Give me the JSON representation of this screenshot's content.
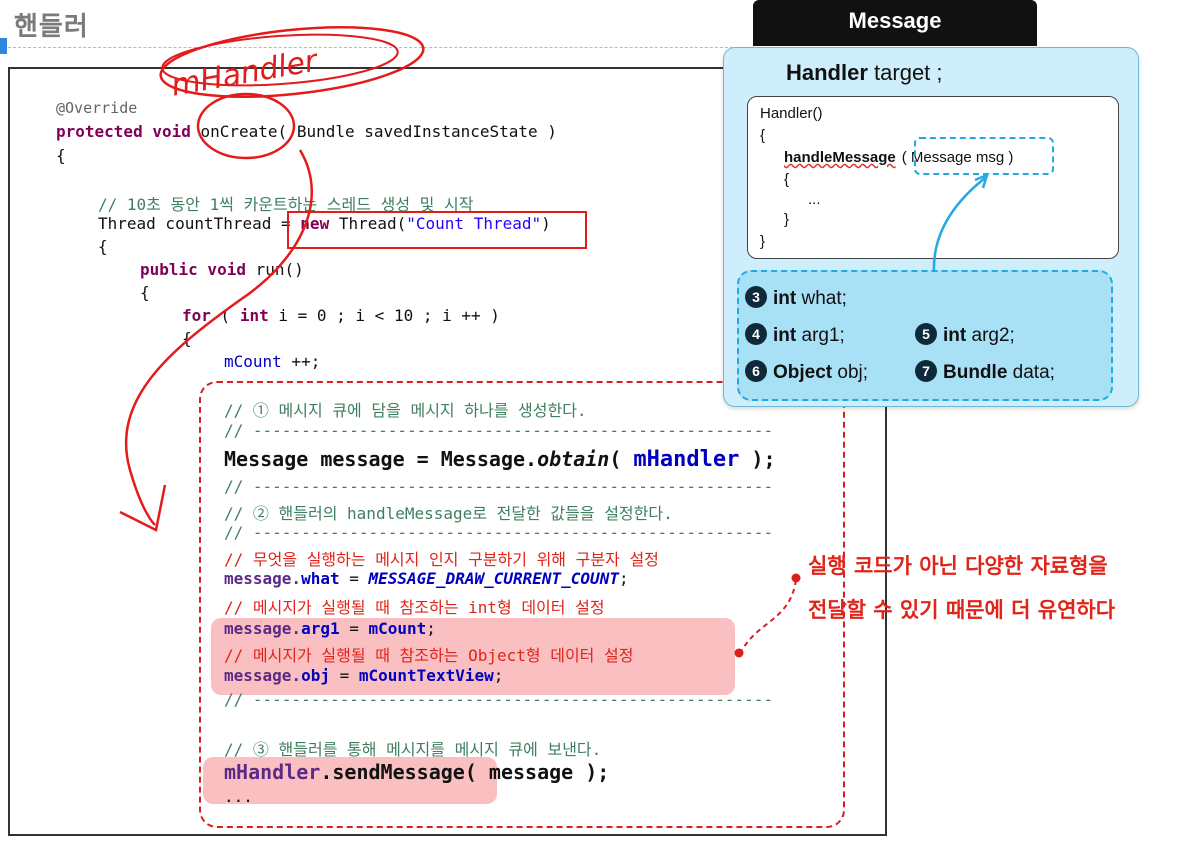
{
  "page": {
    "title": "핸들러"
  },
  "code": {
    "override": "@Override",
    "on_create_kw": "protected void",
    "on_create_rest": " onCreate( Bundle savedInstanceState )",
    "brace_open_1": "{",
    "comment_thread": "// 10초 동안 1씩 카운트하는 스레드 생성 및 시작",
    "thread_decl_pre": "Thread countThread = ",
    "thread_decl_new": "new",
    "thread_decl_mid": " Thread(",
    "thread_decl_str": "\"Count Thread\"",
    "thread_decl_post": ")",
    "brace_open_2": "{",
    "run_kw": "public void",
    "run_rest": " run()",
    "brace_open_3": "{",
    "for_kw": "for",
    "for_mid1": " ( ",
    "for_int": "int",
    "for_rest": " i = 0 ; i < 10 ; i ++ )",
    "brace_open_4": "{",
    "mcount_field": "mCount",
    "mcount_op": " ++;",
    "comment_1": "// ① 메시지 큐에 담을 메시지 하나를 생성한다.",
    "comment_div": "// ------------------------------------------------------",
    "obtain_pre": "Message message = Message.",
    "obtain_fn": "obtain",
    "obtain_paren": "( ",
    "obtain_arg": "mHandler",
    "obtain_post": " );",
    "comment_2": "// ② 핸들러의 handleMessage로 전달한 값들을 설정한다.",
    "comment_what": "// 무엇을 실행하는 메시지 인지 구분하기 위해 구분자 설정",
    "what_pre": "message.",
    "what_field": "what",
    "what_eq": " = ",
    "what_const": "MESSAGE_DRAW_CURRENT_COUNT",
    "what_end": ";",
    "comment_int": "// 메시지가 실행될 때 참조하는 int형 데이터 설정",
    "arg1_pre": "message.",
    "arg1_field": "arg1",
    "arg1_eq": " = ",
    "arg1_val": "mCount",
    "arg1_end": ";",
    "comment_obj": "// 메시지가 실행될 때 참조하는 Object형 데이터 설정",
    "obj_pre": "message.",
    "obj_field": "obj",
    "obj_eq": " = ",
    "obj_val": "mCountTextView",
    "obj_end": ";",
    "comment_3": "// ③ 핸들러를 통해 메시지를 메시지 큐에 보낸다.",
    "send_obj": "mHandler",
    "send_rest": ".sendMessage( message );",
    "ellipsis": "..."
  },
  "note": {
    "line1": "실행 코드가 아닌 다양한 자료형을",
    "line2": "전달할 수 있기 때문에 더 유연하다"
  },
  "message_panel": {
    "tab_title": "Message",
    "header_type": "Handler",
    "header_rest": " target ;",
    "handler_ctor": "Handler()",
    "brace_open": "{",
    "handle_method": "handleMessage",
    "handle_params": "( Message msg )",
    "inner_open": "{",
    "inner_dots": "...",
    "inner_close": "}",
    "brace_close": "}",
    "fields": [
      {
        "num": "3",
        "type": "int",
        "name": " what;"
      },
      {
        "num": "4",
        "type": "int",
        "name": " arg1;"
      },
      {
        "num": "5",
        "type": "int",
        "name": " arg2;"
      },
      {
        "num": "6",
        "type": "Object",
        "name": " obj;"
      },
      {
        "num": "7",
        "type": "Bundle",
        "name": " data;"
      }
    ]
  },
  "handwriting": {
    "text": "mHandler"
  },
  "colors": {
    "annotation_red": "#e0241a",
    "panel_blue": "#cdeefa",
    "field_blue": "#a8e0f6",
    "highlight_pink": "#f8a9ab"
  }
}
